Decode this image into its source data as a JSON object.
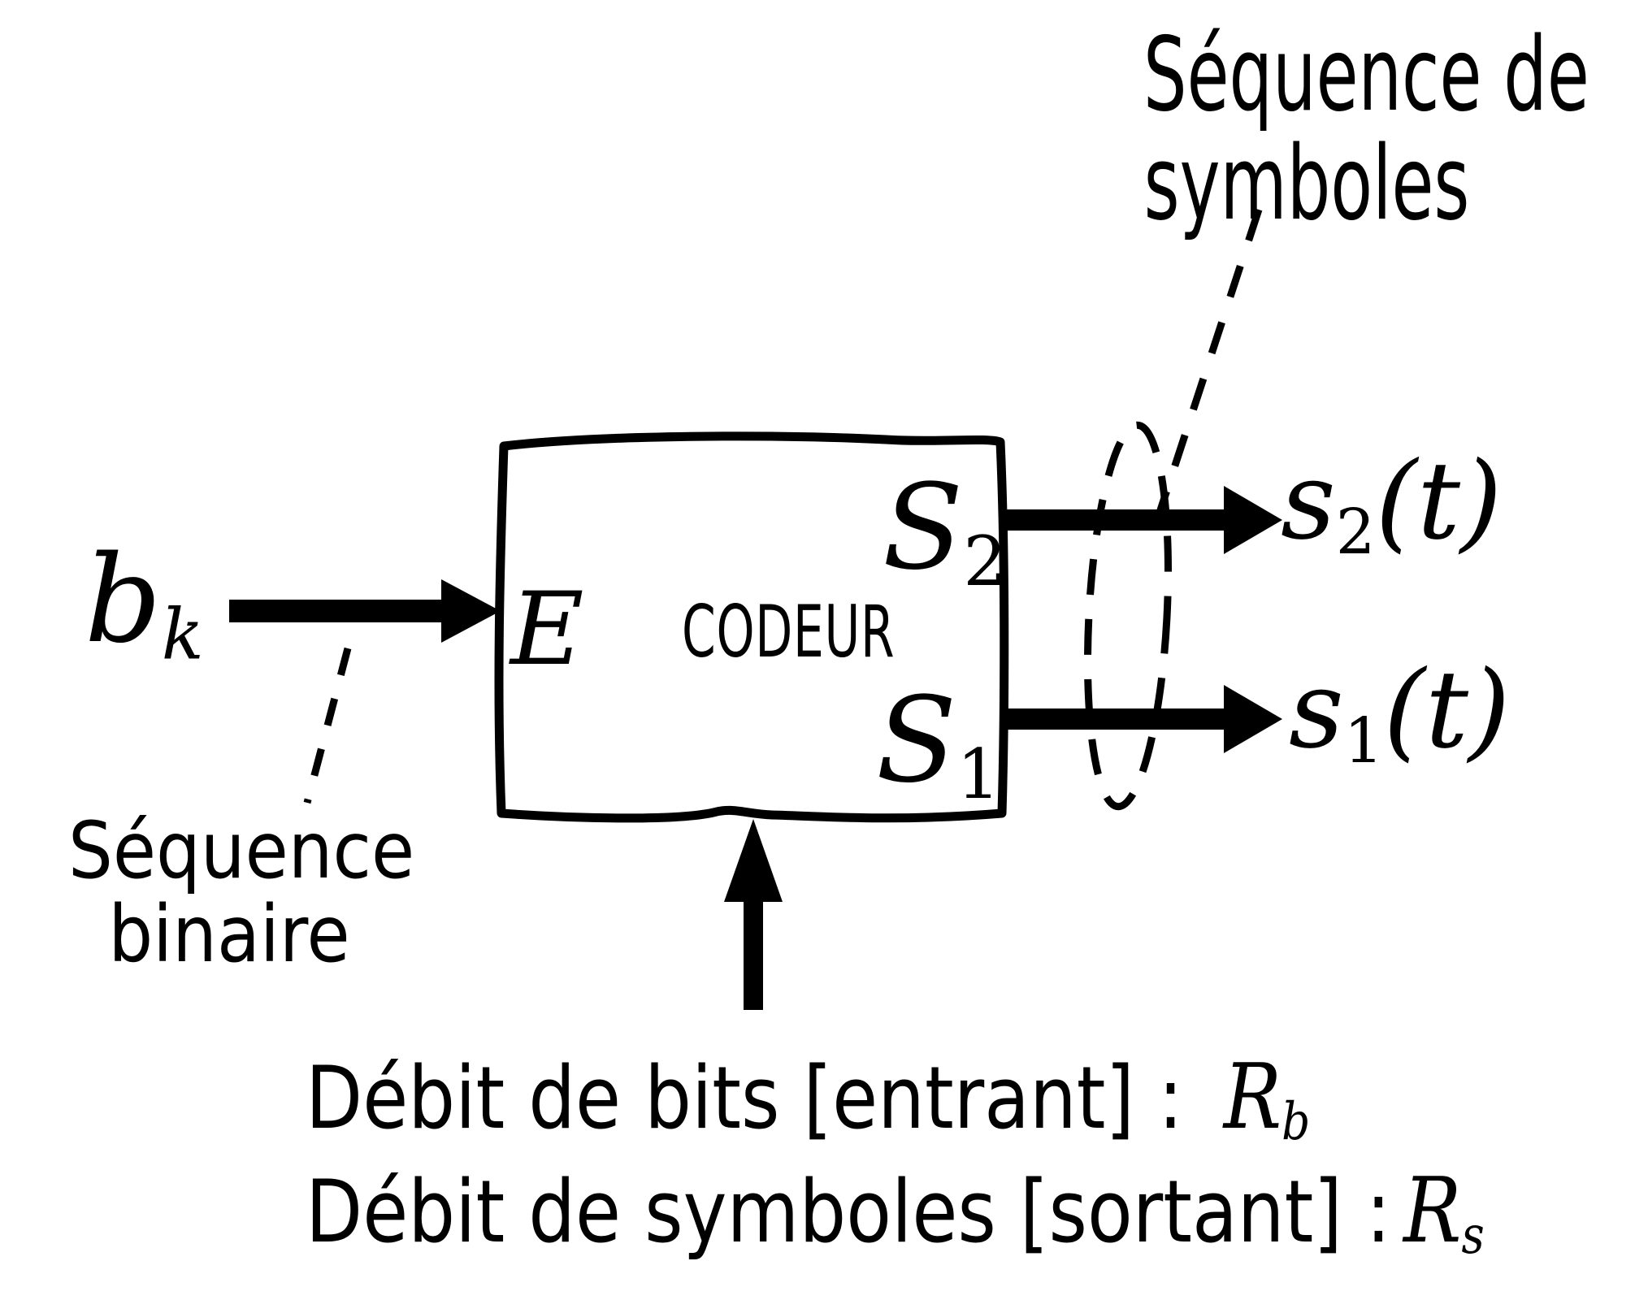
{
  "figure": {
    "background_color": "#ffffff",
    "ink_color": "#000000",
    "type": "block-diagram",
    "subject": "Encoder (CODEUR) with one binary input and two symbol outputs"
  },
  "block": {
    "name_label": "CODEUR",
    "input_port_label": "E",
    "output_port_top": {
      "base": "S",
      "sub": "2"
    },
    "output_port_bottom": {
      "base": "S",
      "sub": "1"
    }
  },
  "signals": {
    "input": {
      "base": "b",
      "sub": "k"
    },
    "output_top": {
      "base": "s",
      "sub": "2",
      "suffix": "(t)"
    },
    "output_bottom": {
      "base": "s",
      "sub": "1",
      "suffix": "(t)"
    }
  },
  "annotations": {
    "symbol_sequence": {
      "line1": "Séquence de",
      "line2": "symboles"
    },
    "binary_sequence": {
      "line1": "Séquence",
      "line2": "binaire"
    },
    "rate_in": {
      "text": "Débit de bits [entrant] :",
      "var_base": "R",
      "var_sub": "b"
    },
    "rate_out": {
      "text": "Débit de symboles [sortant] :",
      "var_base": "R",
      "var_sub": "s"
    }
  }
}
